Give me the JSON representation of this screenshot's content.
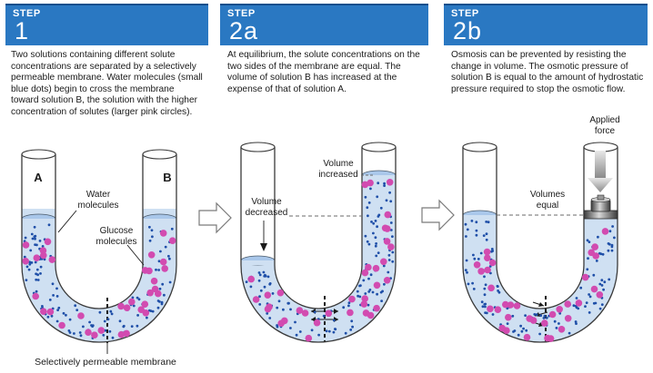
{
  "steps": [
    {
      "label": "STEP",
      "number": "1",
      "description": "Two solutions containing different solute concentrations are separated by a selectively permeable membrane. Water molecules (small blue dots) begin to cross the membrane toward solution B, the solution with the higher concentration of solutes (larger pink circles).",
      "labels": {
        "a": "A",
        "b": "B",
        "water_1": "Water",
        "water_2": "molecules",
        "glucose_1": "Glucose",
        "glucose_2": "molecules",
        "membrane": "Selectively permeable membrane"
      }
    },
    {
      "label": "STEP",
      "number": "2a",
      "description": "At equilibrium, the solute concentrations on the two sides of the membrane are equal. The volume of solution B has increased at the expense of that of solution A.",
      "labels": {
        "vol_dec_1": "Volume",
        "vol_dec_2": "decreased",
        "vol_inc_1": "Volume",
        "vol_inc_2": "increased"
      }
    },
    {
      "label": "STEP",
      "number": "2b",
      "description": "Osmosis can be prevented by resisting the change in volume. The osmotic pressure of solution B is equal to the amount of hydrostatic pressure required to stop the osmotic flow.",
      "labels": {
        "applied_1": "Applied",
        "applied_2": "force",
        "vol_eq_1": "Volumes",
        "vol_eq_2": "equal"
      }
    }
  ],
  "colors": {
    "header": "#2a78c2",
    "solution": "#cfe0f2",
    "surface": "#a9c7ea",
    "water_dot": "#1f4fa8",
    "glucose": "#d24bb0"
  }
}
